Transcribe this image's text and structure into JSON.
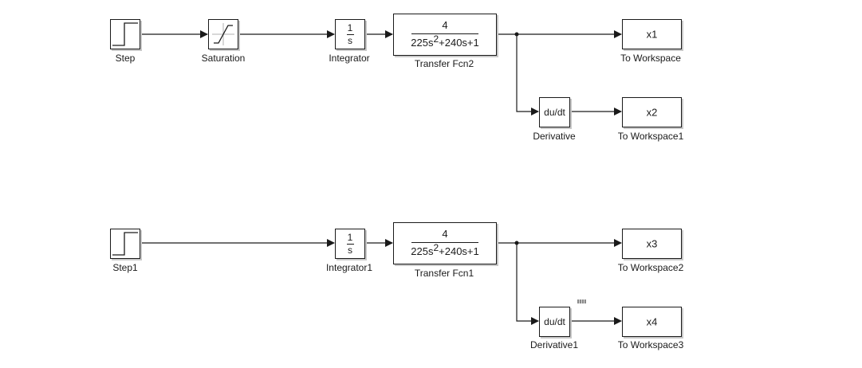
{
  "diagram": {
    "type": "simulink-model",
    "rows": [
      {
        "blocks": [
          {
            "id": "step",
            "label": "Step",
            "kind": "step"
          },
          {
            "id": "saturation",
            "label": "Saturation",
            "kind": "saturation"
          },
          {
            "id": "integrator",
            "label": "Integrator",
            "kind": "integrator",
            "numerator": "1",
            "denominator": "s"
          },
          {
            "id": "tf2",
            "label": "Transfer Fcn2",
            "kind": "transfer-fcn",
            "numerator": "4",
            "denominator_parts": [
              "225s",
              "2",
              "+240s+1"
            ]
          },
          {
            "id": "tow0",
            "label": "To Workspace",
            "kind": "to-workspace",
            "variable": "x1"
          },
          {
            "id": "deriv0",
            "label": "Derivative",
            "kind": "derivative",
            "text": "du/dt"
          },
          {
            "id": "tow1",
            "label": "To Workspace1",
            "kind": "to-workspace",
            "variable": "x2"
          }
        ],
        "connections": [
          [
            "Step",
            "Saturation"
          ],
          [
            "Saturation",
            "Integrator"
          ],
          [
            "Integrator",
            "Transfer Fcn2"
          ],
          [
            "Transfer Fcn2",
            "To Workspace"
          ],
          [
            "Transfer Fcn2",
            "Derivative"
          ],
          [
            "Derivative",
            "To Workspace1"
          ]
        ]
      },
      {
        "blocks": [
          {
            "id": "step1",
            "label": "Step1",
            "kind": "step"
          },
          {
            "id": "integrator1",
            "label": "Integrator1",
            "kind": "integrator",
            "numerator": "1",
            "denominator": "s"
          },
          {
            "id": "tf1",
            "label": "Transfer Fcn1",
            "kind": "transfer-fcn",
            "numerator": "4",
            "denominator_parts": [
              "225s",
              "2",
              "+240s+1"
            ]
          },
          {
            "id": "tow2",
            "label": "To Workspace2",
            "kind": "to-workspace",
            "variable": "x3"
          },
          {
            "id": "deriv1",
            "label": "Derivative1",
            "kind": "derivative",
            "text": "du/dt"
          },
          {
            "id": "tow3",
            "label": "To Workspace3",
            "kind": "to-workspace",
            "variable": "x4"
          }
        ],
        "connections": [
          [
            "Step1",
            "Integrator1"
          ],
          [
            "Integrator1",
            "Transfer Fcn1"
          ],
          [
            "Transfer Fcn1",
            "To Workspace2"
          ],
          [
            "Transfer Fcn1",
            "Derivative1"
          ],
          [
            "Derivative1",
            "To Workspace3"
          ]
        ]
      }
    ]
  },
  "colors": {
    "line": "#1a1a1a",
    "shadow": "#c8c8c8",
    "background": "#ffffff"
  }
}
